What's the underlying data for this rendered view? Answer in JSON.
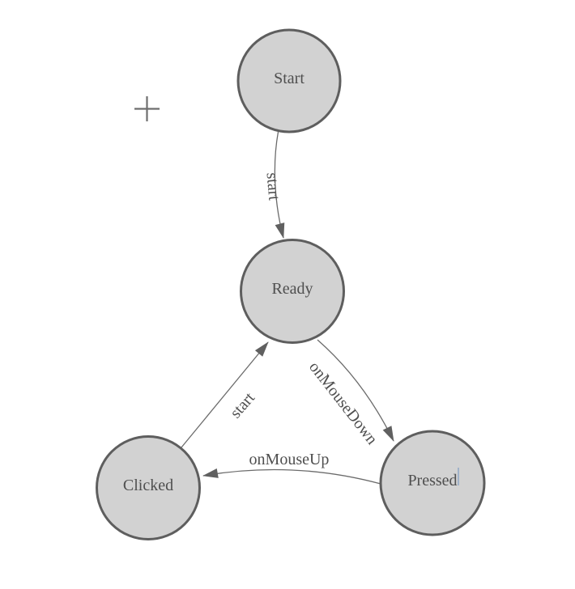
{
  "diagram": {
    "type": "state-machine",
    "nodes": [
      {
        "id": "start",
        "label": "Start"
      },
      {
        "id": "ready",
        "label": "Ready"
      },
      {
        "id": "clicked",
        "label": "Clicked"
      },
      {
        "id": "pressed",
        "label": "Pressed"
      }
    ],
    "edges": [
      {
        "from": "start",
        "to": "ready",
        "label": "start"
      },
      {
        "from": "clicked",
        "to": "ready",
        "label": "start"
      },
      {
        "from": "ready",
        "to": "pressed",
        "label": "onMouseDown"
      },
      {
        "from": "pressed",
        "to": "clicked",
        "label": "onMouseUp"
      }
    ],
    "icons": {
      "origin_marker": "crosshair"
    },
    "colors": {
      "node_fill": "#d2d2d2",
      "node_stroke": "#5e5e5e",
      "edge_stroke": "#6b6b6b",
      "arrowhead_fill": "#606060",
      "label_text": "#4f4f4f",
      "caret": "#93a9c7",
      "background": "#ffffff"
    }
  }
}
